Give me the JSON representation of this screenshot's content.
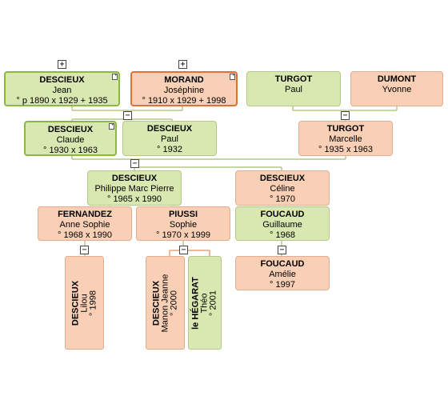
{
  "people": {
    "jean": {
      "surname": "DESCIEUX",
      "given": "Jean",
      "info": "° p 1890  x 1929  + 1935"
    },
    "josephine": {
      "surname": "MORAND",
      "given": "Joséphine",
      "info": "° 1910  x 1929  + 1998"
    },
    "paul_t": {
      "surname": "TURGOT",
      "given": "Paul",
      "info": ""
    },
    "yvonne": {
      "surname": "DUMONT",
      "given": "Yvonne",
      "info": ""
    },
    "claude": {
      "surname": "DESCIEUX",
      "given": "Claude",
      "info": "° 1930  x 1963"
    },
    "paul_d": {
      "surname": "DESCIEUX",
      "given": "Paul",
      "info": "° 1932"
    },
    "marcelle": {
      "surname": "TURGOT",
      "given": "Marcelle",
      "info": "° 1935  x 1963"
    },
    "philippe": {
      "surname": "DESCIEUX",
      "given": "Philippe Marc Pierre",
      "info": "° 1965  x 1990"
    },
    "celine": {
      "surname": "DESCIEUX",
      "given": "Céline",
      "info": "° 1970"
    },
    "anne": {
      "surname": "FERNANDEZ",
      "given": "Anne Sophie",
      "info": "° 1968  x 1990"
    },
    "sophie": {
      "surname": "PIUSSI",
      "given": "Sophie",
      "info": "° 1970  x 1999"
    },
    "guillaume": {
      "surname": "FOUCAUD",
      "given": "Guillaume",
      "info": "° 1968"
    },
    "amelie": {
      "surname": "FOUCAUD",
      "given": "Amélie",
      "info": "° 1997"
    },
    "lilou": {
      "surname": "DESCIEUX",
      "given": "Lilou",
      "info": "° 1998"
    },
    "manon": {
      "surname": "DESCIEUX",
      "given": "Manon Jeanne",
      "info": "° 2000"
    },
    "theo": {
      "surname": "le HÉGARAT",
      "given": "Théo",
      "info": "° 2001"
    }
  },
  "controls": {
    "expand": "+",
    "collapse": "−"
  },
  "colors": {
    "male_fill": "#d9e8b0",
    "female_fill": "#f9d0b5",
    "line": "#b5c88a",
    "line_orange": "#e8a07a"
  }
}
